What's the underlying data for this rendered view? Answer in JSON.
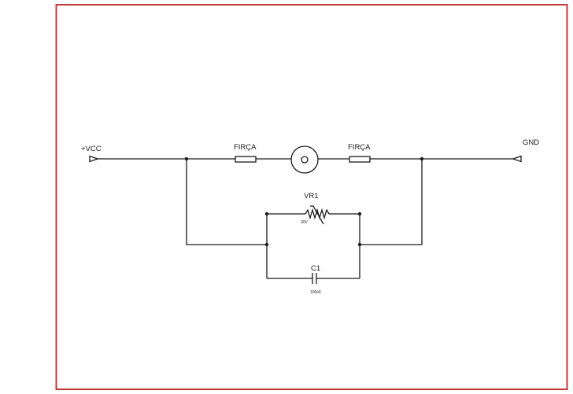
{
  "border_color": "#c0393b",
  "ports": {
    "vcc": {
      "label": "+VCC"
    },
    "gnd": {
      "label": "GND"
    }
  },
  "components": {
    "brush_left": {
      "label": "FIRÇA"
    },
    "brush_right": {
      "label": "FIRÇA"
    },
    "motor": {
      "icon": "motor-circle"
    },
    "varistor": {
      "designator": "VR1",
      "value": "30V"
    },
    "capacitor": {
      "designator": "C1",
      "value": "100nF"
    }
  }
}
